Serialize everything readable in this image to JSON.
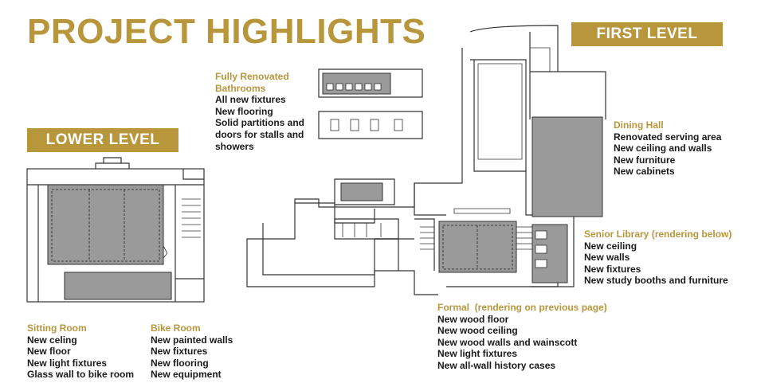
{
  "title": "PROJECT HIGHLIGHTS",
  "banners": {
    "first_level": "FIRST LEVEL",
    "lower_level": "LOWER LEVEL"
  },
  "notes": {
    "bathrooms": {
      "heading_1": "Fully Renovated",
      "heading_2": "Bathrooms",
      "items": [
        "All new fixtures",
        "New flooring",
        "Solid partitions and",
        "doors for stalls and",
        "showers"
      ]
    },
    "dining_hall": {
      "heading": "Dining Hall",
      "items": [
        "Renovated serving area",
        "New ceiling and walls",
        "New furniture",
        "New cabinets"
      ]
    },
    "senior_library": {
      "heading": "Senior Library (rendering below)",
      "items": [
        "New ceiling",
        "New walls",
        "New fixtures",
        "New study booths and furniture"
      ]
    },
    "formal": {
      "heading": "Formal  (rendering on previous page)",
      "items": [
        "New wood floor",
        "New wood ceiling",
        "New wood walls and wainscott",
        "New light fixtures",
        "New all-wall history cases"
      ]
    },
    "sitting_room": {
      "heading": "Sitting Room",
      "items": [
        "New celing",
        "New floor",
        "New light fixtures",
        "Glass wall to bike room"
      ]
    },
    "bike_room": {
      "heading": "Bike Room",
      "items": [
        "New painted walls",
        "New fixtures",
        "New flooring",
        "New equipment"
      ]
    }
  },
  "colors": {
    "accent": "#b8963c",
    "highlight_fill": "#9a9a9a",
    "text": "#1a1a1a",
    "line": "#333333"
  }
}
